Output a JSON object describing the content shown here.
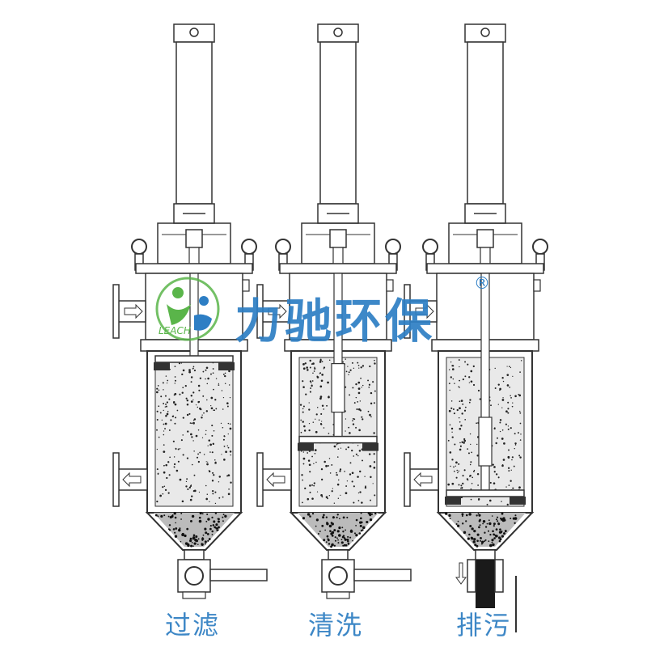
{
  "captions": [
    "过滤",
    "清洗",
    "排污"
  ],
  "brand": {
    "name": "力驰环保",
    "registered": "®",
    "logo_text": "LEACH"
  },
  "colors": {
    "caption": "#3d87c6",
    "brand": "#2d7ec4",
    "logo_green": "#5ab54a",
    "logo_blue": "#2d7ec4",
    "line": "#333333",
    "media": "#e9e9e9",
    "sludge": "#1a1a1a"
  },
  "stages": [
    {
      "caption_index": 0,
      "piston_level": 0.0,
      "discharge_open": false
    },
    {
      "caption_index": 1,
      "piston_level": 0.6,
      "discharge_open": false
    },
    {
      "caption_index": 2,
      "piston_level": 1.0,
      "discharge_open": true
    }
  ]
}
